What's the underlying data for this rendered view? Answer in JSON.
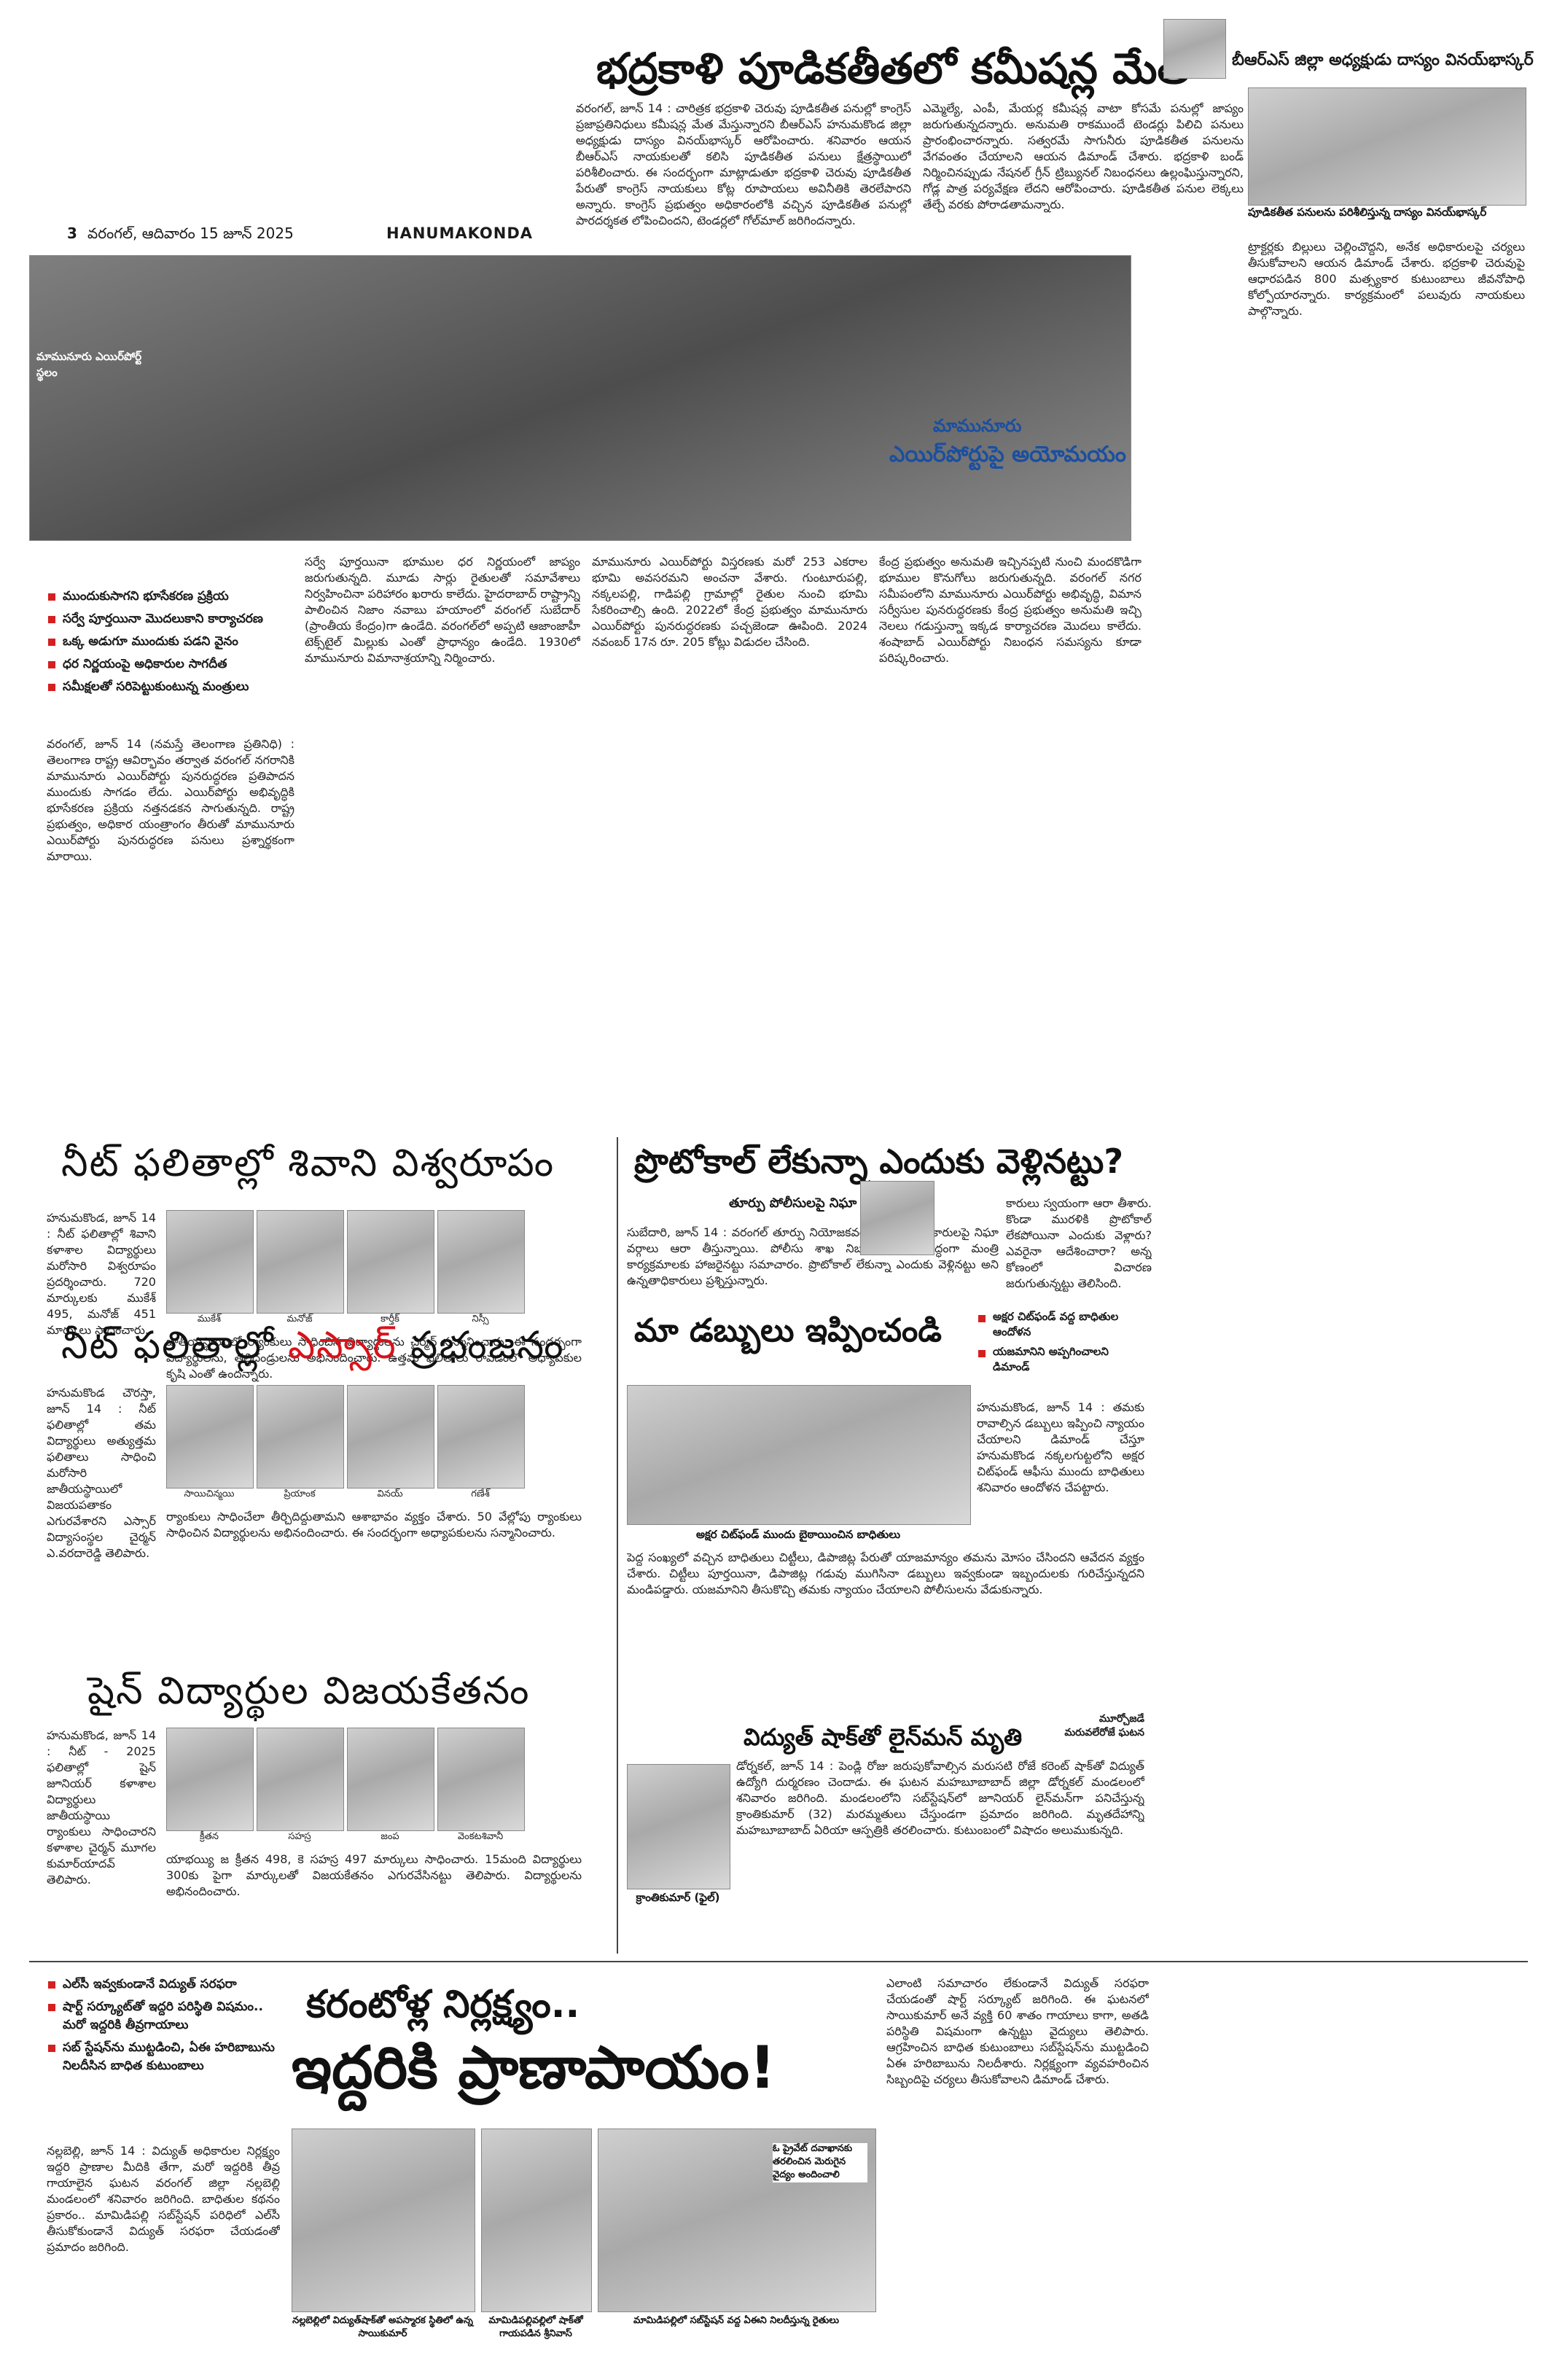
{
  "masthead": {
    "page_no": "3",
    "dateline": "వరంగల్, ఆదివారం 15 జూన్ 2025",
    "edition": "HANUMAKONDA"
  },
  "top_story": {
    "headline": "భద్రకాళి పూడికతీతలో కమీషన్ల మేత",
    "side_caption": "బీఆర్ఎస్ జిల్లా అధ్యక్షుడు దాస్యం వినయ్‌భాస్కర్",
    "photo_caption": "పూడికతీత పనులను పరిశీలిస్తున్న దాస్యం వినయ్‌భాస్కర్",
    "col1": "వరంగల్, జూన్ 14 : చారిత్రక భద్రకాళి చెరువు పూడికతీత పనుల్లో కాంగ్రెస్ ప్రజాప్రతినిధులు కమీషన్ల మేత మేస్తున్నారని బీఆర్ఎస్ హనుమకొండ జిల్లా అధ్యక్షుడు దాస్యం వినయ్‌భాస్కర్ ఆరోపించారు. శనివారం ఆయన బీఆర్ఎస్ నాయకులతో కలిసి పూడికతీత పనులు క్షేత్రస్థాయిలో పరిశీలించారు. ఈ సందర్భంగా మాట్లాడుతూ భద్రకాళి చెరువు పూడికతీత పేరుతో కాంగ్రెస్ నాయకులు కోట్ల రూపాయలు అవినీతికి తెరలేపారని అన్నారు. కాంగ్రెస్ ప్రభుత్వం అధికారంలోకి వచ్చిన పూడికతీత పనుల్లో పారదర్శకత లోపించిందని, టెండర్లలో గోల్‌మాల్ జరిగిందన్నారు.",
    "col2": "ఎమ్మెల్యే, ఎంపీ, మేయర్ల కమీషన్ల వాటా కోసమే పనుల్లో జాప్యం జరుగుతున్నదన్నారు. అనుమతి రాకముందే టెండర్లు పిలిచి పనులు ప్రారంభించారన్నారు. సత్వరమే సాగునీరు పూడికతీత పనులను వేగవంతం చేయాలని ఆయన డిమాండ్ చేశారు. భద్రకాళి బండ్ నిర్మించినప్పుడు నేషనల్ గ్రీన్ ట్రిబ్యునల్ నిబంధనలు ఉల్లంఘిస్తున్నారని, గోడ్ల పాత్ర పర్యవేక్షణ లేదని ఆరోపించారు. పూడికతీత పనుల లెక్కలు తేల్చే వరకు పోరాడతామన్నారు.",
    "col3": "ట్రాక్టర్లకు బిల్లులు చెల్లించొద్దని, అనేక అధికారులపై చర్యలు తీసుకోవాలని ఆయన డిమాండ్ చేశారు. భద్రకాళి చెరువుపై ఆధారపడిన 800 మత్స్యకార కుటుంబాలు జీవనోపాధి కోల్పోయారన్నారు. కార్యక్రమంలో పలువురు నాయకులు పాల్గొన్నారు."
  },
  "mamunuru": {
    "kicker": "మామునూరు",
    "headline": "ఎయిర్‌పోర్టుపై అయోమయం",
    "photo_caption": "మామునూరు ఎయిర్‌పోర్ట్ స్థలం",
    "bullets": [
      "ముందుకుసాగని భూసేకరణ ప్రక్రియ",
      "సర్వే పూర్తయినా మొదలుకాని కార్యాచరణ",
      "ఒక్క అడుగూ ముందుకు పడని వైనం",
      "ధర నిర్ణయంపై అధికారుల సాగదీత",
      "సమీక్షలతో సరిపెట్టుకుంటున్న మంత్రులు"
    ],
    "col1": "వరంగల్, జూన్ 14 (నమస్తే తెలంగాణ ప్రతినిధి) : తెలంగాణ రాష్ట్ర ఆవిర్భావం తర్వాత వరంగల్ నగరానికి మామునూరు ఎయిర్‌పోర్టు పునరుద్ధరణ ప్రతిపాదన ముందుకు సాగడం లేదు. ఎయిర్‌పోర్టు అభివృద్ధికి భూసేకరణ ప్రక్రియ నత్తనడకన సాగుతున్నది. రాష్ట్ర ప్రభుత్వం, అధికార యంత్రాంగం తీరుతో మామునూరు ఎయిర్‌పోర్టు పునరుద్ధరణ పనులు ప్రశ్నార్థకంగా మారాయి.",
    "col2": "సర్వే పూర్తయినా భూముల ధర నిర్ణయంలో జాప్యం జరుగుతున్నది. మూడు సార్లు రైతులతో సమావేశాలు నిర్వహించినా పరిహారం ఖరారు కాలేదు. హైదరాబాద్ రాష్ట్రాన్ని పాలించిన నిజాం నవాబు హయాంలో వరంగల్ సుబేదార్ (ప్రాంతీయ కేంద్రం)గా ఉండేది. వరంగల్‌లో అప్పటి ఆజాంజాహీ టెక్స్‌టైల్ మిల్లుకు ఎంతో ప్రాధాన్యం ఉండేది. 1930లో మామునూరు విమానాశ్రయాన్ని నిర్మించారు.",
    "col3": "మామునూరు ఎయిర్‌పోర్టు విస్తరణకు మరో 253 ఎకరాల భూమి అవసరమని అంచనా వేశారు. గుంటూరుపల్లి, నక్కలపల్లి, గాడిపల్లి గ్రామాల్లో రైతుల నుంచి భూమి సేకరించాల్సి ఉంది. 2022లో కేంద్ర ప్రభుత్వం మామునూరు ఎయిర్‌పోర్టు పునరుద్ధరణకు పచ్చజెండా ఊపింది. 2024 నవంబర్ 17న రూ. 205 కోట్లు విడుదల చేసింది.",
    "col4": "కేంద్ర ప్రభుత్వం అనుమతి ఇచ్చినప్పటి నుంచి మందకొడిగా భూముల కొనుగోలు జరుగుతున్నది. వరంగల్ నగర సమీపంలోని మామునూరు ఎయిర్‌పోర్టు అభివృద్ధి, విమాన సర్వీసుల పునరుద్ధరణకు కేంద్ర ప్రభుత్వం అనుమతి ఇచ్చి నెలలు గడుస్తున్నా ఇక్కడ కార్యాచరణ మొదలు కాలేదు. శంషాబాద్ ఎయిర్‌పోర్టు నిబంధన సమస్యను కూడా పరిష్కరించారు."
  },
  "neet1": {
    "headline": "నీట్ ఫలితాల్లో శివాని విశ్వరూపం",
    "names": [
      "ముకేశ్",
      "మనోజ్",
      "కార్తీక్",
      "నిస్సీ"
    ],
    "col1": "హనుమకొండ, జూన్ 14 : నీట్ ఫలితాల్లో శివాని కళాశాల విద్యార్థులు మరోసారి విశ్వరూపం ప్రదర్శించారు. 720 మార్కులకు ముకేశ్ 495, మనోజ్ 451 మార్కులు సాధించారు.",
    "col2": "జాతీయస్థాయిలో ర్యాంకులు సాధించిన విద్యార్థులను చైర్మన్ సన్మానించారు. ఈ సందర్భంగా విద్యార్థులను, తల్లిదండ్రులను అభినందించారు. ఉత్తమ ఫలితాలు రావడంలో అధ్యాపకుల కృషి ఎంతో ఉందన్నారు."
  },
  "protocol": {
    "headline": "ప్రొటోకాల్ లేకున్నా ఎందుకు వెళ్లినట్టు?",
    "subhead": "తూర్పు పోలీసులపై నిఘా వర్గాల ఆరా",
    "col1": "సుబేదారి, జూన్ 14 : వరంగల్ తూర్పు నియోజకవర్గం పోలీసు అధికారులపై నిఘా వర్గాలు ఆరా తీస్తున్నాయి. పోలీసు శాఖ నిబంధనలకు విరుద్ధంగా మంత్రి కార్యక్రమాలకు హాజరైనట్టు సమాచారం. ప్రొటోకాల్ లేకున్నా ఎందుకు వెళ్లినట్టు అని ఉన్నతాధికారులు ప్రశ్నిస్తున్నారు.",
    "col2": "కారులు స్వయంగా ఆరా తీశారు. కొండా మురళికి ప్రొటోకాల్ లేకపోయినా ఎందుకు వెళ్లారు? ఎవరైనా ఆదేశించారా? అన్న కోణంలో విచారణ జరుగుతున్నట్టు తెలిసింది."
  },
  "neet2": {
    "headline_prefix": "నీట్ ఫలితాల్లో ",
    "headline_accent": "ఎస్సార్",
    "headline_suffix": " ప్రభంజనం",
    "names": [
      "సాయిచిన్మయి",
      "ప్రియాంక",
      "వినయ్",
      "గణేశ్"
    ],
    "col1": "హనుమకొండ చౌరస్తా, జూన్ 14 : నీట్ ఫలితాల్లో తమ విద్యార్థులు అత్యుత్తమ ఫలితాలు సాధించి మరోసారి జాతీయస్థాయిలో విజయపతాకం ఎగురవేశారని ఎస్సార్ విద్యాసంస్థల చైర్మన్ ఎ.వరదారెడ్డి తెలిపారు.",
    "col2": "ర్యాంకులు సాధించేలా తీర్చిదిద్దుతామని ఆశాభావం వ్యక్తం చేశారు. 50 వేల్లోపు ర్యాంకులు సాధించిన విద్యార్థులను అభినందించారు. ఈ సందర్భంగా అధ్యాపకులను సన్మానించారు."
  },
  "money": {
    "headline": "మా డబ్బులు ఇప్పించండి",
    "bullets": [
      "అక్షర చిట్‌ఫండ్ వద్ద బాధితుల ఆందోళన",
      "యజమానిని అప్పగించాలని డిమాండ్"
    ],
    "photo_caption": "అక్షర చిట్‌ఫండ్ ముందు బైఠాయించిన బాధితులు",
    "col1": "హనుమకొండ, జూన్ 14 : తమకు రావాల్సిన డబ్బులు ఇప్పించి న్యాయం చేయాలని డిమాండ్ చేస్తూ హనుమకొండ నక్కలగుట్టలోని అక్షర చిట్‌ఫండ్ ఆఫీసు ముందు బాధితులు శనివారం ఆందోళన చేపట్టారు.",
    "col2": "పెద్ద సంఖ్యలో వచ్చిన బాధితులు చిట్టీలు, డిపాజిట్ల పేరుతో యాజమాన్యం తమను మోసం చేసిందని ఆవేదన వ్యక్తం చేశారు. చిట్టీలు పూర్తయినా, డిపాజిట్ల గడువు ముగిసినా డబ్బులు ఇవ్వకుండా ఇబ్బందులకు గురిచేస్తున్నదని మండిపడ్డారు. యజమానిని తీసుకొచ్చి తమకు న్యాయం చేయాలని పోలీసులను వేడుకున్నారు."
  },
  "shine": {
    "headline": "షైన్ విద్యార్థుల విజయకేతనం",
    "names": [
      "క్రీతన",
      "సహస్ర",
      "జంప",
      "వెంకటశివానీ"
    ],
    "col1": "హనుమకొండ, జూన్ 14 : నీట్ - 2025 ఫలితాల్లో షైన్ జూనియర్ కళాశాల విద్యార్థులు జాతీయస్థాయి ర్యాంకులు సాధించారని కళాశాల చైర్మన్ మూగల కుమార్‌యాదవ్ తెలిపారు.",
    "col2": "యాభయ్యి జ క్రీతన 498, కె సహస్ర 497 మార్కులు సాధించారు. 15మంది విద్యార్థులు 300కు పైగా మార్కులతో విజయకేతనం ఎగురవేసినట్టు తెలిపారు. విద్యార్థులను అభినందించారు."
  },
  "lineman": {
    "headline": "విద్యుత్ షాక్‌తో లైన్‌మన్ మృతి",
    "side_caption": "మూర్చోజడే మరువలేరోజే ఘటన",
    "photo_caption": "క్రాంతికుమార్ (ఫైల్)",
    "col1": "డోర్నకల్, జూన్ 14 : పెండ్లి రోజు జరుపుకోవాల్సిన మరుసటి రోజే కరెంట్ షాక్‌తో విద్యుత్ ఉద్యోగి దుర్మరణం చెందాడు. ఈ ఘటన మహబూబాబాద్ జిల్లా డోర్నకల్ మండలంలో శనివారం జరిగింది. మండలంలోని సబ్‌స్టేషన్‌లో జూనియర్ లైన్‌మన్‌గా పనిచేస్తున్న క్రాంతికుమార్ (32) మరమ్మతులు చేస్తుండగా ప్రమాదం జరిగింది. మృతదేహాన్ని మహబూబాబాద్ ఏరియా ఆస్పత్రికి తరలించారు. కుటుంబంలో విషాదం అలుముకున్నది."
  },
  "current": {
    "headline_1": "కరంటోళ్ల నిర్లక్ష్యం..",
    "headline_2": "ఇద్దరికి ప్రాణాపాయం!",
    "bullets": [
      "ఎల్‌సీ ఇవ్వకుండానే విద్యుత్ సరఫరా",
      "షార్ట్ సర్క్యూట్‌తో ఇద్దరి పరిస్థితి విషమం.. మరో ఇద్దరికి తీవ్రగాయాలు",
      "సబ్ స్టేషన్‌ను ముట్టడించి, ఏఈ హరిబాబును నిలదీసిన బాధిత కుటుంబాలు"
    ],
    "photo_caption_1": "నల్లబెల్లిలో విద్యుత్‌షాక్‌తో అపస్మారక స్థితిలో ఉన్న సాయికుమార్",
    "photo_caption_2": "మామిడిపల్లివల్లిలో షాక్‌తో గాయపడిన శ్రీనివాస్",
    "photo_caption_3": "మామిడిపల్లిలో సబ్‌స్టేషన్ వద్ద ఏఈని నిలదీస్తున్న రైతులు",
    "photo_caption_4": "ఓ ప్రైవేట్ దవాఖానకు తరలించిన మెరుగైన వైద్యం అందించాలి",
    "col1": "నల్లబెల్లి, జూన్ 14 : విద్యుత్ అధికారుల నిర్లక్ష్యం ఇద్దరి ప్రాణాల మీదికి తేగా, మరో ఇద్దరికి తీవ్ర గాయాలైన ఘటన వరంగల్ జిల్లా నల్లబెల్లి మండలంలో శనివారం జరిగింది. బాధితుల కథనం ప్రకారం.. మామిడిపల్లి సబ్‌స్టేషన్ పరిధిలో ఎల్‌సీ తీసుకోకుండానే విద్యుత్ సరఫరా చేయడంతో ప్రమాదం జరిగింది.",
    "col2": "ఎలాంటి సమాచారం లేకుండానే విద్యుత్ సరఫరా చేయడంతో షార్ట్ సర్క్యూట్ జరిగింది. ఈ ఘటనలో సాయికుమార్ అనే వ్యక్తి 60 శాతం గాయాలు కాగా, అతడి పరిస్థితి విషమంగా ఉన్నట్టు వైద్యులు తెలిపారు. ఆగ్రహించిన బాధిత కుటుంబాలు సబ్‌స్టేషన్‌ను ముట్టడించి ఏఈ హరిబాబును నిలదీశారు. నిర్లక్ష్యంగా వ్యవహరించిన సిబ్బందిపై చర్యలు తీసుకోవాలని డిమాండ్ చేశారు."
  }
}
